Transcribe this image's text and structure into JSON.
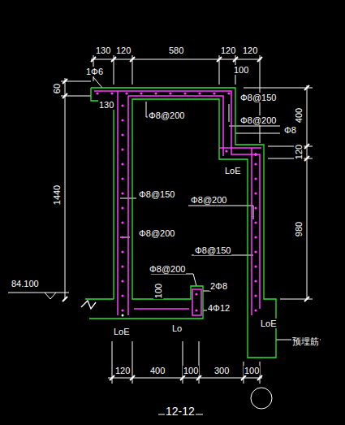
{
  "diagram": {
    "caption": "12-12",
    "labels": [
      "130",
      "120",
      "580",
      "120",
      "120",
      "100",
      "60",
      "1440",
      "1Φ6",
      "130",
      "Φ8@200",
      "Φ8@150",
      "Φ8@200",
      "Φ8",
      "400",
      "120",
      "LoE",
      "Φ8@150",
      "Φ8@200",
      "Φ8@200",
      "980",
      "Φ8@150",
      "Φ8@200",
      "100",
      "2Φ8",
      "4Φ12",
      "84.100",
      "LoE",
      "Lo",
      "LoE",
      "预埋筋",
      "120",
      "400",
      "100",
      "300",
      "100"
    ]
  }
}
